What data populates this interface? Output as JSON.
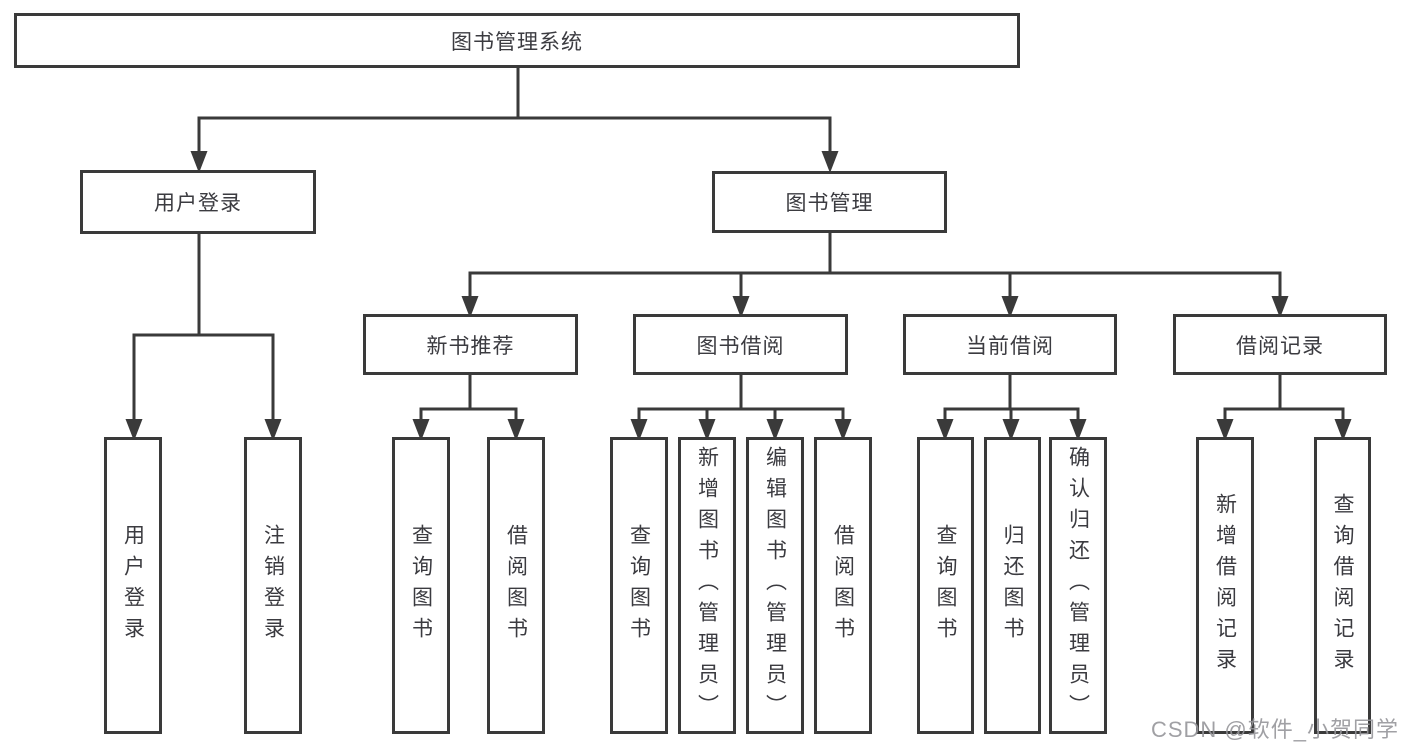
{
  "diagram": {
    "root": {
      "label": "图书管理系统"
    },
    "level2": [
      {
        "label": "用户登录"
      },
      {
        "label": "图书管理"
      }
    ],
    "level3": [
      {
        "label": "新书推荐"
      },
      {
        "label": "图书借阅"
      },
      {
        "label": "当前借阅"
      },
      {
        "label": "借阅记录"
      }
    ],
    "leaves": [
      {
        "label": "用户登录"
      },
      {
        "label": "注销登录"
      },
      {
        "label": "查询图书"
      },
      {
        "label": "借阅图书"
      },
      {
        "label": "查询图书"
      },
      {
        "label": "新增图书（管理员）"
      },
      {
        "label": "编辑图书（管理员）"
      },
      {
        "label": "借阅图书"
      },
      {
        "label": "查询图书"
      },
      {
        "label": "归还图书"
      },
      {
        "label": "确认归还（管理员）"
      },
      {
        "label": "新增借阅记录"
      },
      {
        "label": "查询借阅记录"
      }
    ]
  },
  "watermark": {
    "text": "CSDN @软件_小贺同学"
  },
  "colors": {
    "line": "#3a3a3a",
    "text": "#3b3b40",
    "watermark": "#96969a",
    "background": "#ffffff"
  }
}
